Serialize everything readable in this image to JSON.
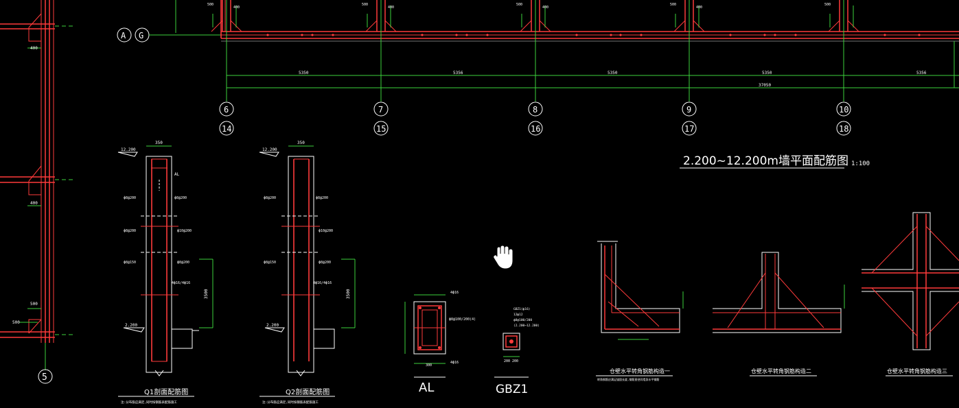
{
  "axes": {
    "top_a": "A",
    "top_g": "G",
    "bottom_upper": [
      "6",
      "7",
      "8",
      "9",
      "10"
    ],
    "bottom_lower": [
      "14",
      "15",
      "16",
      "17",
      "18"
    ],
    "left_bottom": "5"
  },
  "dims": {
    "spans": [
      "5350",
      "5356",
      "5350",
      "5350",
      "5356"
    ],
    "total": "37050",
    "top_small": [
      "500",
      "400",
      "500",
      "400",
      "500",
      "400",
      "500",
      "400",
      "500"
    ],
    "left_small": [
      "400",
      "400",
      "500",
      "500"
    ]
  },
  "plan_title": {
    "main": "2.200~12.200m墙平面配筋图",
    "scale": "1:100"
  },
  "section_q1": {
    "top_width": "350",
    "elev_top": "12.200",
    "elev_bottom": "2.200",
    "height": "3500",
    "labels": [
      "AL",
      "ф8@200",
      "ф8@200",
      "ф8@200",
      "ф10@200",
      "ф8@150",
      "ф8@200",
      "4ф16/4ф16"
    ],
    "title": "Q1剖面配筋图",
    "note": "注:分布筋应满足,同时按钢筋表配筋施工"
  },
  "section_q2": {
    "top_width": "350",
    "elev_top": "12.200",
    "elev_bottom": "2.200",
    "height": "3500",
    "labels": [
      "ф8@200",
      "ф8@200",
      "ф10@200",
      "ф8@150",
      "ф8@200",
      "4ф16/4ф16"
    ],
    "title": "Q2剖面配筋图",
    "note": "注:分布筋应满足,同时按钢筋表配筋施工"
  },
  "al_detail": {
    "label": "AL",
    "dim": "300",
    "notes": [
      "4ф16",
      "ф8@100/200(4)",
      "4ф16"
    ]
  },
  "gbz1_detail": {
    "label": "GBZ1",
    "notes": [
      "GBZ1(ф16)",
      "12ф12",
      "ф8@100/200",
      "(2.200~12.200)"
    ],
    "dims": [
      "200",
      "200"
    ]
  },
  "corner_details": [
    {
      "title": "仓壁水平转角钢筋构造一",
      "note": "转角钢筋应满足锚固长度,钢筋直径同墙身水平钢筋"
    },
    {
      "title": "仓壁水平转角钢筋构造二",
      "note": ""
    },
    {
      "title": "仓壁水平转角钢筋构造三",
      "note": ""
    }
  ]
}
